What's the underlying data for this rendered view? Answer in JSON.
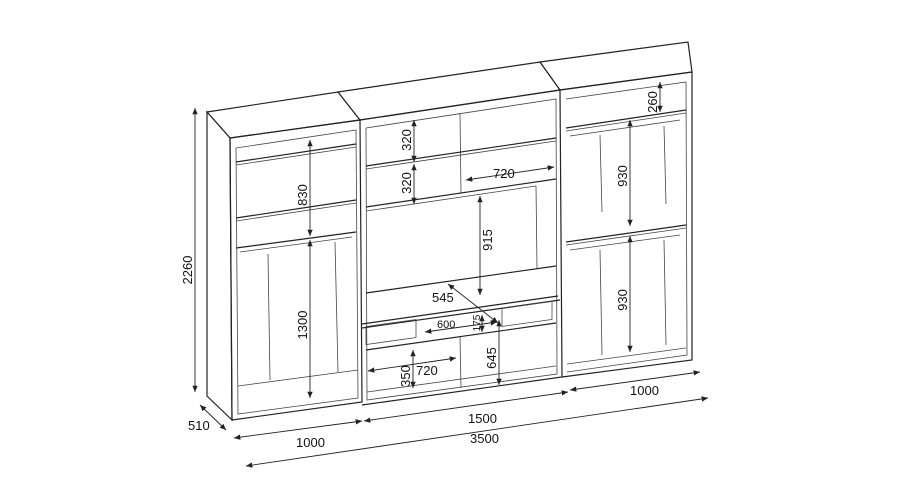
{
  "dimensions": {
    "total_height": "2260",
    "depth": "510",
    "left_width": "1000",
    "middle_width": "1500",
    "right_width": "1000",
    "total_width": "3500",
    "left_shelf_gap": "830",
    "left_hanging_height": "1300",
    "mid_top_shelf_1": "320",
    "mid_top_shelf_2": "320",
    "mid_top_width": "720",
    "mid_tv_height": "915",
    "mid_desk_depth": "545",
    "mid_drawer_gap_width": "600",
    "mid_drawer_height": "175",
    "mid_lower_height": "645",
    "mid_bottom_shelf": "350",
    "mid_bottom_width": "720",
    "right_top_shelf": "260",
    "right_upper_hanging": "930",
    "right_lower_hanging": "930"
  }
}
